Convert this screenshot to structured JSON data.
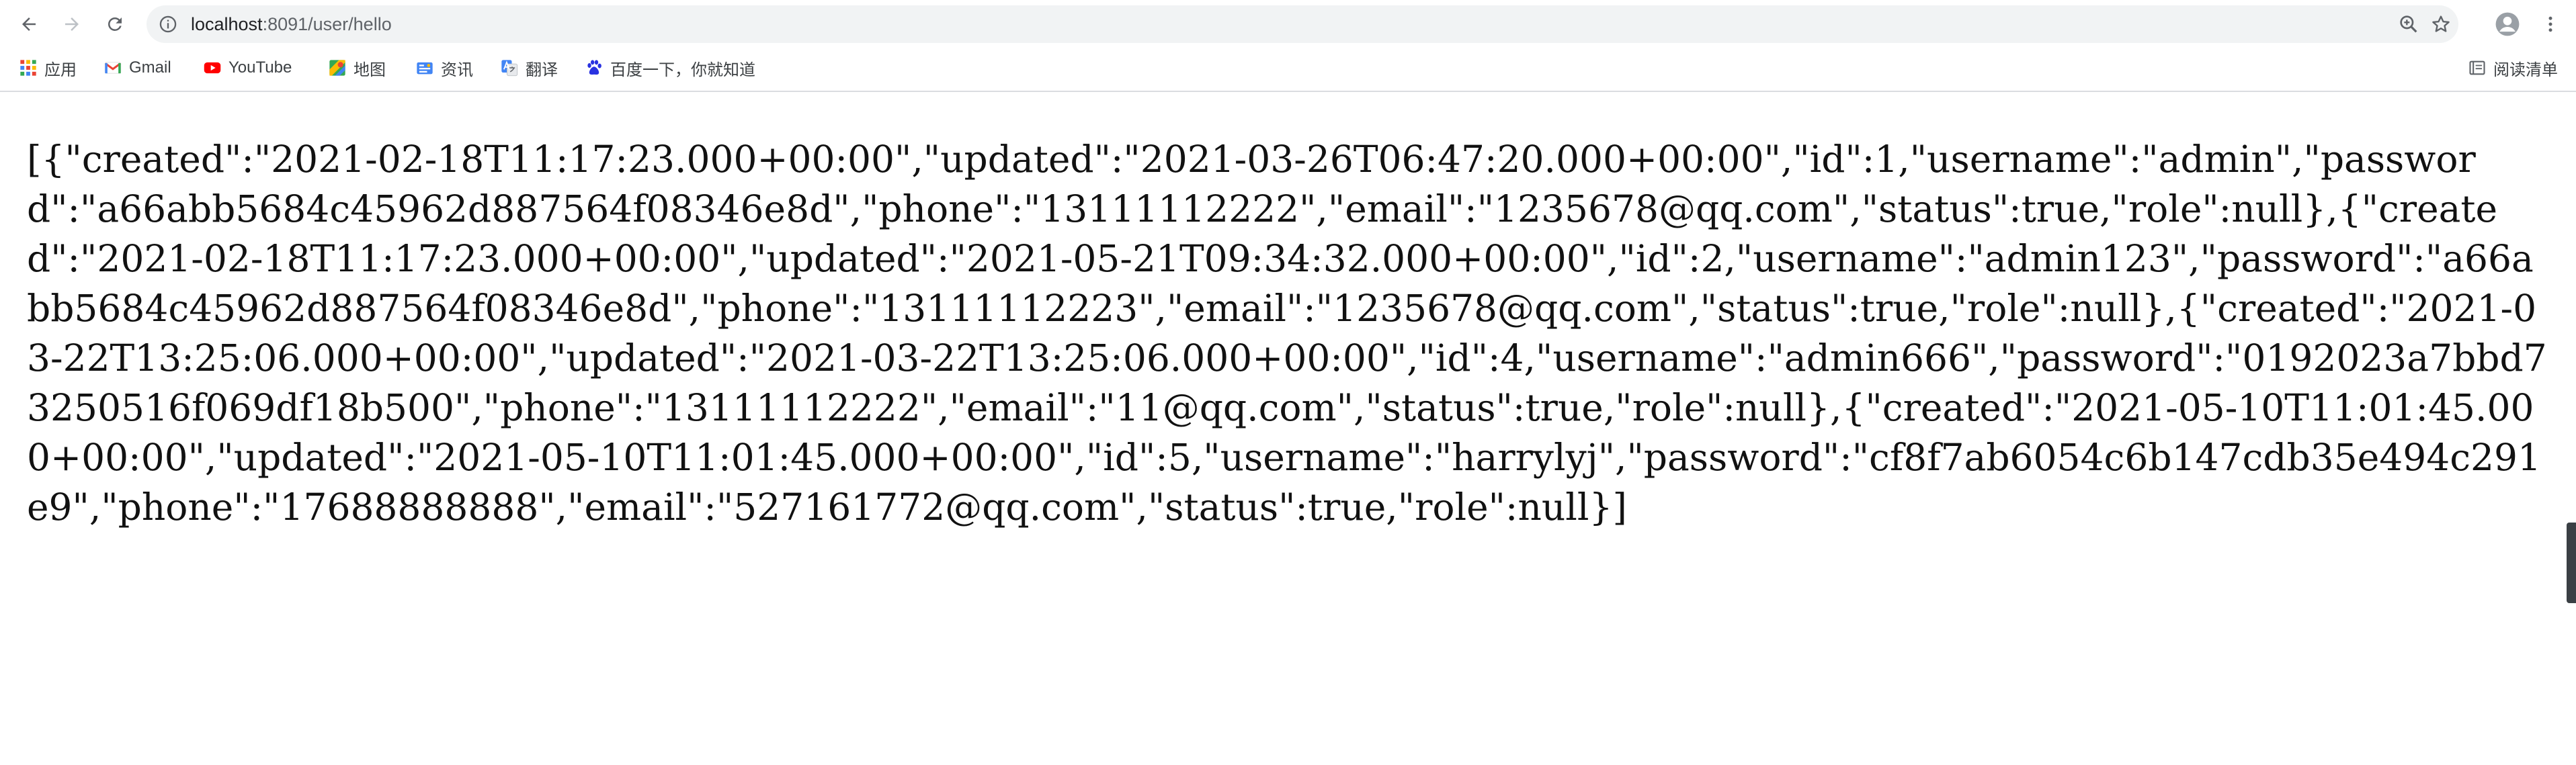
{
  "browser": {
    "url_host": "localhost",
    "url_path": ":8091/user/hello",
    "icons": {
      "back": "arrow-left-icon",
      "forward": "arrow-right-icon",
      "reload": "reload-icon",
      "info": "info-icon",
      "zoom": "zoom-icon",
      "bookmark": "star-icon",
      "profile": "profile-icon",
      "menu": "kebab-menu-icon"
    },
    "colors": {
      "omnibox_bg": "#f1f3f4",
      "chrome_border": "#dadce0"
    }
  },
  "bookmarks": [
    {
      "label": "应用",
      "icon": "apps-grid-icon"
    },
    {
      "label": "Gmail",
      "icon": "gmail-icon"
    },
    {
      "label": "YouTube",
      "icon": "youtube-icon"
    },
    {
      "label": "地图",
      "icon": "maps-icon"
    },
    {
      "label": "资讯",
      "icon": "news-icon"
    },
    {
      "label": "翻译",
      "icon": "translate-icon"
    },
    {
      "label": "百度一下，你就知道",
      "icon": "baidu-paw-icon"
    }
  ],
  "reading_list": {
    "label": "阅读清单",
    "icon": "reading-list-icon"
  },
  "page": {
    "body_text": "[{\"created\":\"2021-02-18T11:17:23.000+00:00\",\"updated\":\"2021-03-26T06:47:20.000+00:00\",\"id\":1,\"username\":\"admin\",\"password\":\"a66abb5684c45962d887564f08346e8d\",\"phone\":\"13111112222\",\"email\":\"1235678@qq.com\",\"status\":true,\"role\":null},{\"created\":\"2021-02-18T11:17:23.000+00:00\",\"updated\":\"2021-05-21T09:34:32.000+00:00\",\"id\":2,\"username\":\"admin123\",\"password\":\"a66abb5684c45962d887564f08346e8d\",\"phone\":\"13111112223\",\"email\":\"1235678@qq.com\",\"status\":true,\"role\":null},{\"created\":\"2021-03-22T13:25:06.000+00:00\",\"updated\":\"2021-03-22T13:25:06.000+00:00\",\"id\":4,\"username\":\"admin666\",\"password\":\"0192023a7bbd73250516f069df18b500\",\"phone\":\"13111112222\",\"email\":\"11@qq.com\",\"status\":true,\"role\":null},{\"created\":\"2021-05-10T11:01:45.000+00:00\",\"updated\":\"2021-05-10T11:01:45.000+00:00\",\"id\":5,\"username\":\"harrylyj\",\"password\":\"cf8f7ab6054c6b147cdb35e494c291e9\",\"phone\":\"17688888888\",\"email\":\"527161772@qq.com\",\"status\":true,\"role\":null}]"
  }
}
